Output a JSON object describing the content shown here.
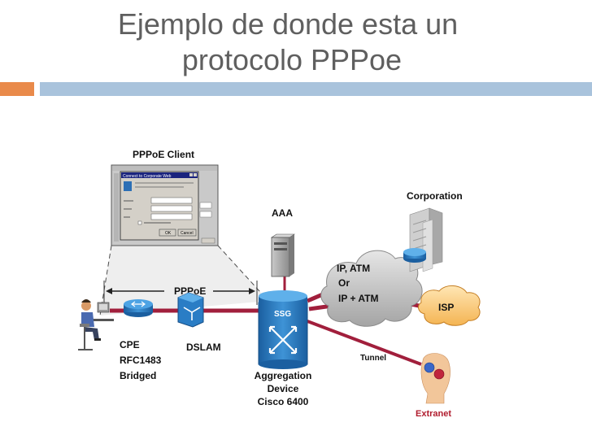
{
  "slide": {
    "title_line1": "Ejemplo de donde esta un",
    "title_line2": "protocolo PPPoe",
    "accent_color_orange": "#e98a4a",
    "accent_color_blue": "#a9c3dc"
  },
  "diagram": {
    "pppoe_client_label": "PPPoE Client",
    "pppoe_span_label": "PPPoE",
    "aaa_label": "AAA",
    "corporation_label": "Corporation",
    "cloud_label_line1": "IP, ATM",
    "cloud_label_line2": "Or",
    "cloud_label_line3": "IP + ATM",
    "isp_label": "ISP",
    "ssg_label": "SSG",
    "cpe_label_line1": "CPE",
    "cpe_label_line2": "RFC1483",
    "cpe_label_line3": "Bridged",
    "dslam_label": "DSLAM",
    "aggregation_line1": "Aggregation",
    "aggregation_line2": "Device",
    "aggregation_line3": "Cisco 6400",
    "tunnel_label": "Tunnel",
    "extranet_label": "Extranet",
    "link_color": "#a11f3c",
    "device_color": "#1f6fb5"
  },
  "dialog": {
    "title": "Connect to Corporate Web",
    "ok_label": "OK",
    "cancel_label": "Cancel"
  }
}
